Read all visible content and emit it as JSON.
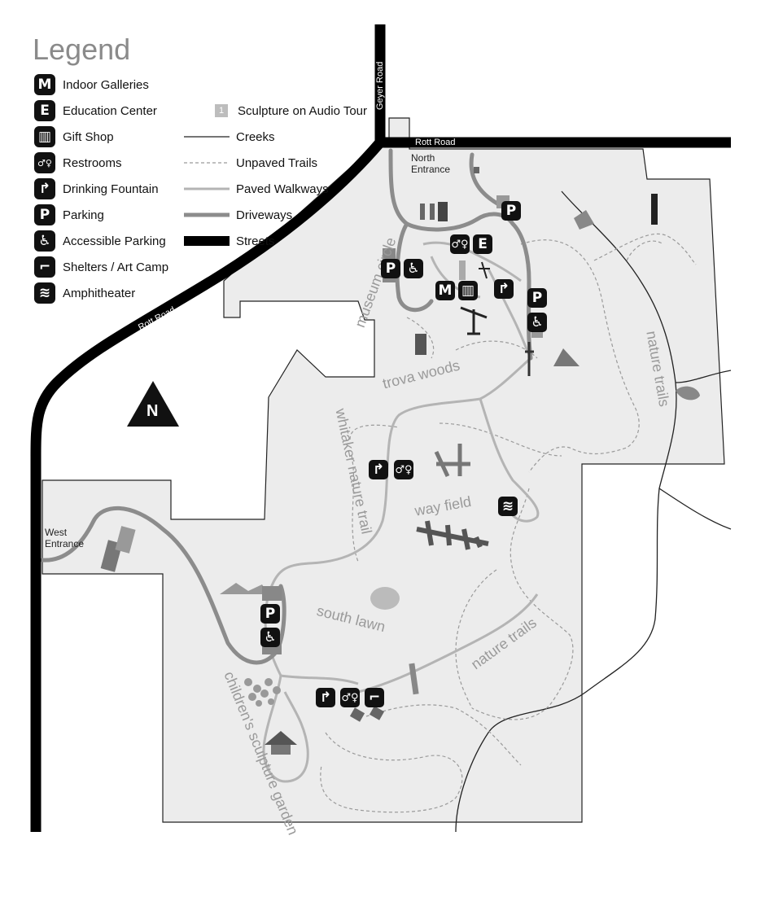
{
  "legend": {
    "title": "Legend",
    "facilities": [
      {
        "label": "Indoor Galleries",
        "icon": "gallery-icon",
        "glyph": "M"
      },
      {
        "label": "Education Center",
        "icon": "education-icon",
        "glyph": "E"
      },
      {
        "label": "Gift Shop",
        "icon": "gift-shop-icon",
        "glyph": "▥"
      },
      {
        "label": "Restrooms",
        "icon": "restroom-icon",
        "glyph": "♂♀"
      },
      {
        "label": "Drinking Fountain",
        "icon": "fountain-icon",
        "glyph": "↱"
      },
      {
        "label": "Parking",
        "icon": "parking-icon",
        "glyph": "P"
      },
      {
        "label": "Accessible Parking",
        "icon": "accessible-icon",
        "glyph": "♿"
      },
      {
        "label": "Shelters / Art Camp",
        "icon": "shelter-icon",
        "glyph": "⌐"
      },
      {
        "label": "Amphitheater",
        "icon": "amphitheater-icon",
        "glyph": "≋"
      }
    ],
    "lines": [
      {
        "label": "Sculpture on Audio Tour",
        "type": "audio-marker",
        "marker": "1"
      },
      {
        "label": "Creeks",
        "type": "creek"
      },
      {
        "label": "Unpaved Trails",
        "type": "unpaved"
      },
      {
        "label": "Paved Walkways",
        "type": "paved"
      },
      {
        "label": "Driveways",
        "type": "driveway"
      },
      {
        "label": "Streets",
        "type": "street"
      }
    ]
  },
  "roads": {
    "geyer": "Geyer Road",
    "rott_top": "Rott Road",
    "rott_diag": "Rott Road"
  },
  "entrances": {
    "north": "North\nEntrance",
    "west": "West\nEntrance"
  },
  "areas": {
    "museum_circle": "museum circle",
    "trova_woods": "trova woods",
    "nature_trails_east": "nature trails",
    "whitaker": "whitaker nature trail",
    "way_field": "way field",
    "south_lawn": "south lawn",
    "nature_trails_south": "nature trails",
    "childrens_garden": "children's sculpture garden"
  },
  "compass": "N",
  "colors": {
    "park": "#ececec",
    "street": "#000000",
    "driveway": "#8c8c8c",
    "paved": "#b4b4b4",
    "unpaved": "#9a9a9a",
    "creek": "#222222",
    "label_gray": "#9a9a9a"
  }
}
